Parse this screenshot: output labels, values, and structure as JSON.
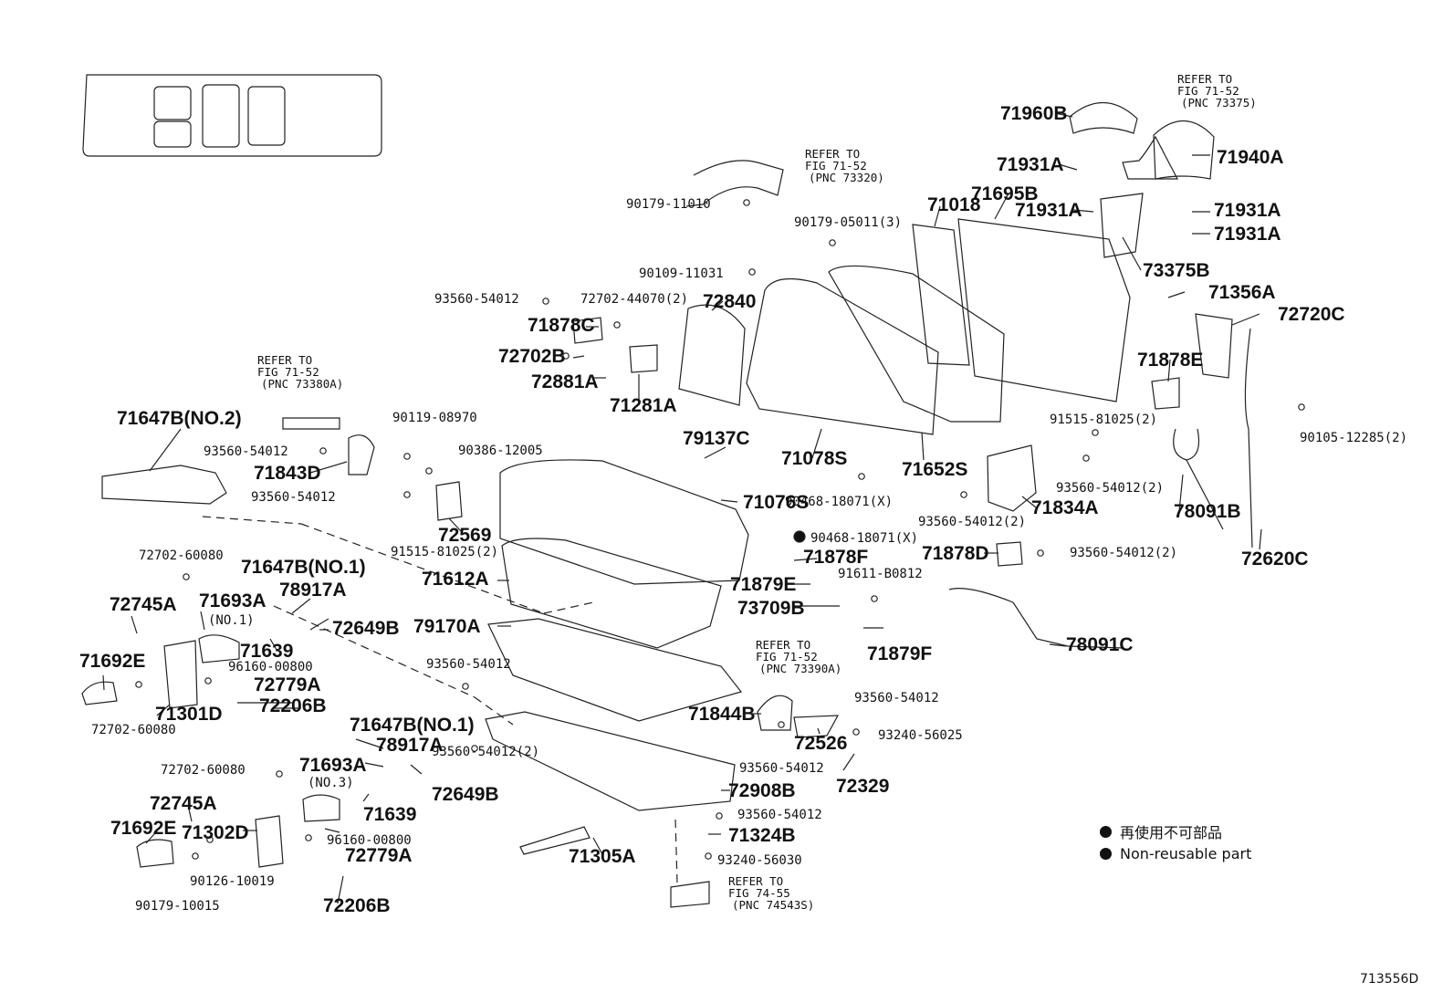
{
  "refer_notes": [
    {
      "lines": [
        "REFER TO",
        "FIG 71-52",
        "(PNC 73375)"
      ]
    },
    {
      "lines": [
        "REFER TO",
        "FIG 71-52",
        "(PNC 73320)"
      ]
    },
    {
      "lines": [
        "REFER TO",
        "FIG 71-52",
        "(PNC 73380A)"
      ]
    },
    {
      "lines": [
        "REFER TO",
        "FIG 71-52",
        "(PNC 73390A)"
      ]
    },
    {
      "lines": [
        "REFER TO",
        "FIG 74-55",
        "(PNC 74543S)"
      ]
    }
  ],
  "part_labels": [
    {
      "id": "71960B"
    },
    {
      "id": "71940A"
    },
    {
      "id": "71931A"
    },
    {
      "id": "71931A"
    },
    {
      "id": "71931A"
    },
    {
      "id": "71931A"
    },
    {
      "id": "71695B"
    },
    {
      "id": "71018"
    },
    {
      "id": "73375B"
    },
    {
      "id": "71356A"
    },
    {
      "id": "72720C"
    },
    {
      "id": "71878E"
    },
    {
      "id": "72840"
    },
    {
      "id": "71878C"
    },
    {
      "id": "72702B"
    },
    {
      "id": "72881A"
    },
    {
      "id": "71281A"
    },
    {
      "id": "71078S"
    },
    {
      "id": "71652S"
    },
    {
      "id": "79137C"
    },
    {
      "id": "71076S"
    },
    {
      "id": "71647B(NO.2)"
    },
    {
      "id": "71843D"
    },
    {
      "id": "72569"
    },
    {
      "id": "71612A"
    },
    {
      "id": "79170A"
    },
    {
      "id": "71878F"
    },
    {
      "id": "71879E"
    },
    {
      "id": "73709B"
    },
    {
      "id": "71879F"
    },
    {
      "id": "71834A"
    },
    {
      "id": "78091B"
    },
    {
      "id": "72620C"
    },
    {
      "id": "71878D"
    },
    {
      "id": "78091C"
    },
    {
      "id": "71647B(NO.1)"
    },
    {
      "id": "78917A"
    },
    {
      "id": "72745A"
    },
    {
      "id": "71693A"
    },
    {
      "id": "71639"
    },
    {
      "id": "72649B"
    },
    {
      "id": "71692E"
    },
    {
      "id": "72779A"
    },
    {
      "id": "72206B"
    },
    {
      "id": "71301D"
    },
    {
      "id": "71844B"
    },
    {
      "id": "72526"
    },
    {
      "id": "72329"
    },
    {
      "id": "71647B(NO.1)"
    },
    {
      "id": "78917A"
    },
    {
      "id": "71693A"
    },
    {
      "id": "72649B"
    },
    {
      "id": "72908B"
    },
    {
      "id": "72745A"
    },
    {
      "id": "71692E"
    },
    {
      "id": "71302D"
    },
    {
      "id": "71639"
    },
    {
      "id": "72779A"
    },
    {
      "id": "71324B"
    },
    {
      "id": "71305A"
    },
    {
      "id": "72206B"
    }
  ],
  "fastener_labels": [
    {
      "id": "90179-11010"
    },
    {
      "id": "90179-05011(3)"
    },
    {
      "id": "90109-11031"
    },
    {
      "id": "93560-54012"
    },
    {
      "id": "72702-44070(2)"
    },
    {
      "id": "91515-81025(2)"
    },
    {
      "id": "90105-12285(2)"
    },
    {
      "id": "90119-08970"
    },
    {
      "id": "93560-54012"
    },
    {
      "id": "90386-12005"
    },
    {
      "id": "93560-54012"
    },
    {
      "id": "90468-18071(X)"
    },
    {
      "id": "93560-54012(2)"
    },
    {
      "id": "93560-54012(2)"
    },
    {
      "id": "91515-81025(2)"
    },
    {
      "id": "90468-18071(X)"
    },
    {
      "id": "91611-B0812"
    },
    {
      "id": "93560-54012(2)"
    },
    {
      "id": "72702-60080"
    },
    {
      "id": "(NO.1)"
    },
    {
      "id": "96160-00800"
    },
    {
      "id": "93560-54012"
    },
    {
      "id": "72702-60080"
    },
    {
      "id": "93560-54012"
    },
    {
      "id": "93240-56025"
    },
    {
      "id": "93560-54012"
    },
    {
      "id": "93560-54012(2)"
    },
    {
      "id": "72702-60080"
    },
    {
      "id": "(NO.3)"
    },
    {
      "id": "96160-00800"
    },
    {
      "id": "93560-54012"
    },
    {
      "id": "90126-10019"
    },
    {
      "id": "93240-56030"
    },
    {
      "id": "90179-10015"
    }
  ],
  "legend": [
    {
      "text": "再使用不可部品"
    },
    {
      "text": "Non-reusable part"
    }
  ],
  "figure_code": "713556D"
}
